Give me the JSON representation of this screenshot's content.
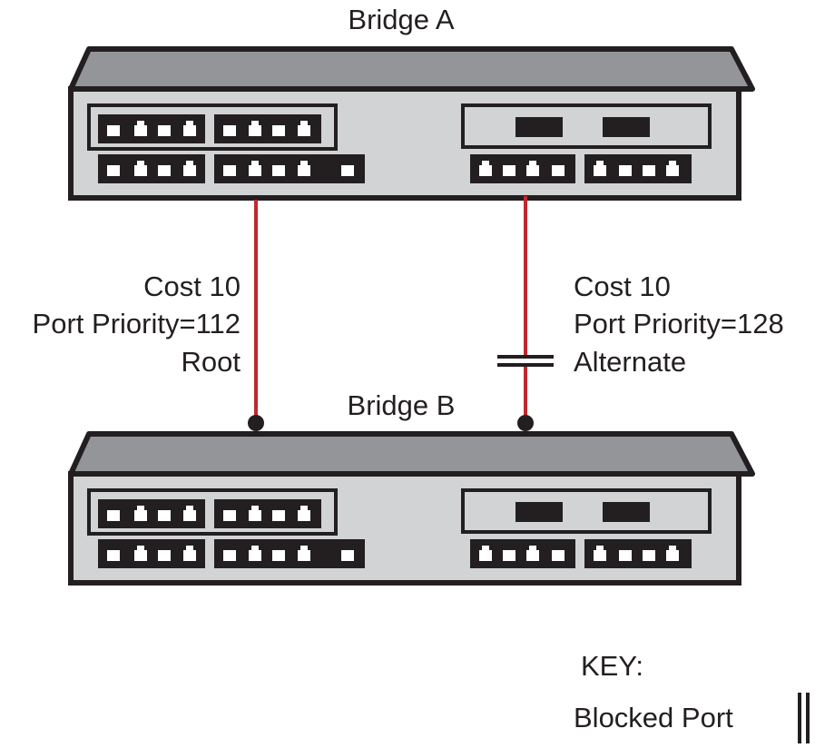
{
  "bridges": {
    "a": {
      "label": "Bridge A"
    },
    "b": {
      "label": "Bridge B"
    }
  },
  "links": {
    "left": {
      "cost": "Cost 10",
      "priority": "Port Priority=112",
      "role": "Root"
    },
    "right": {
      "cost": "Cost 10",
      "priority": "Port Priority=128",
      "role": "Alternate"
    }
  },
  "key": {
    "title": "KEY:",
    "blocked_label": "Blocked Port"
  },
  "colors": {
    "link": "#c1272d",
    "chassis_top": "#939598",
    "chassis_face": "#d1d3d4",
    "outline": "#231f20"
  }
}
